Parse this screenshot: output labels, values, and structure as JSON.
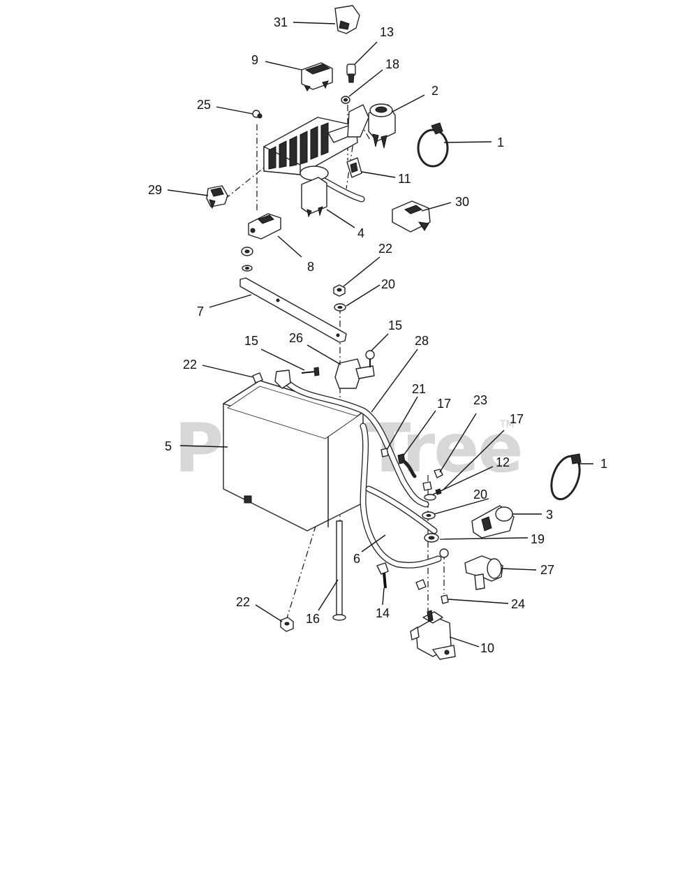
{
  "watermark": {
    "text": "PartsTree",
    "trademark": "TM"
  },
  "callouts": [
    {
      "id": "c31a",
      "label": "31"
    },
    {
      "id": "c13a",
      "label": "13"
    },
    {
      "id": "c9a",
      "label": "9"
    },
    {
      "id": "c18a",
      "label": "18"
    },
    {
      "id": "c2a",
      "label": "2"
    },
    {
      "id": "c25a",
      "label": "25"
    },
    {
      "id": "c1a",
      "label": "1"
    },
    {
      "id": "c11a",
      "label": "11"
    },
    {
      "id": "c29a",
      "label": "29"
    },
    {
      "id": "c30a",
      "label": "30"
    },
    {
      "id": "c4a",
      "label": "4"
    },
    {
      "id": "c8a",
      "label": "8"
    },
    {
      "id": "c22a",
      "label": "22"
    },
    {
      "id": "c20a",
      "label": "20"
    },
    {
      "id": "c7a",
      "label": "7"
    },
    {
      "id": "c15a",
      "label": "15"
    },
    {
      "id": "c28a",
      "label": "28"
    },
    {
      "id": "c15b",
      "label": "15"
    },
    {
      "id": "c26a",
      "label": "26"
    },
    {
      "id": "c22b",
      "label": "22"
    },
    {
      "id": "c21a",
      "label": "21"
    },
    {
      "id": "c17a",
      "label": "17"
    },
    {
      "id": "c23a",
      "label": "23"
    },
    {
      "id": "c17b",
      "label": "17"
    },
    {
      "id": "c5a",
      "label": "5"
    },
    {
      "id": "c1b",
      "label": "1"
    },
    {
      "id": "c12a",
      "label": "12"
    },
    {
      "id": "c20b",
      "label": "20"
    },
    {
      "id": "c3a",
      "label": "3"
    },
    {
      "id": "c19a",
      "label": "19"
    },
    {
      "id": "c6a",
      "label": "6"
    },
    {
      "id": "c27a",
      "label": "27"
    },
    {
      "id": "c14a",
      "label": "14"
    },
    {
      "id": "c24a",
      "label": "24"
    },
    {
      "id": "c22c",
      "label": "22"
    },
    {
      "id": "c16a",
      "label": "16"
    },
    {
      "id": "c10a",
      "label": "10"
    }
  ]
}
